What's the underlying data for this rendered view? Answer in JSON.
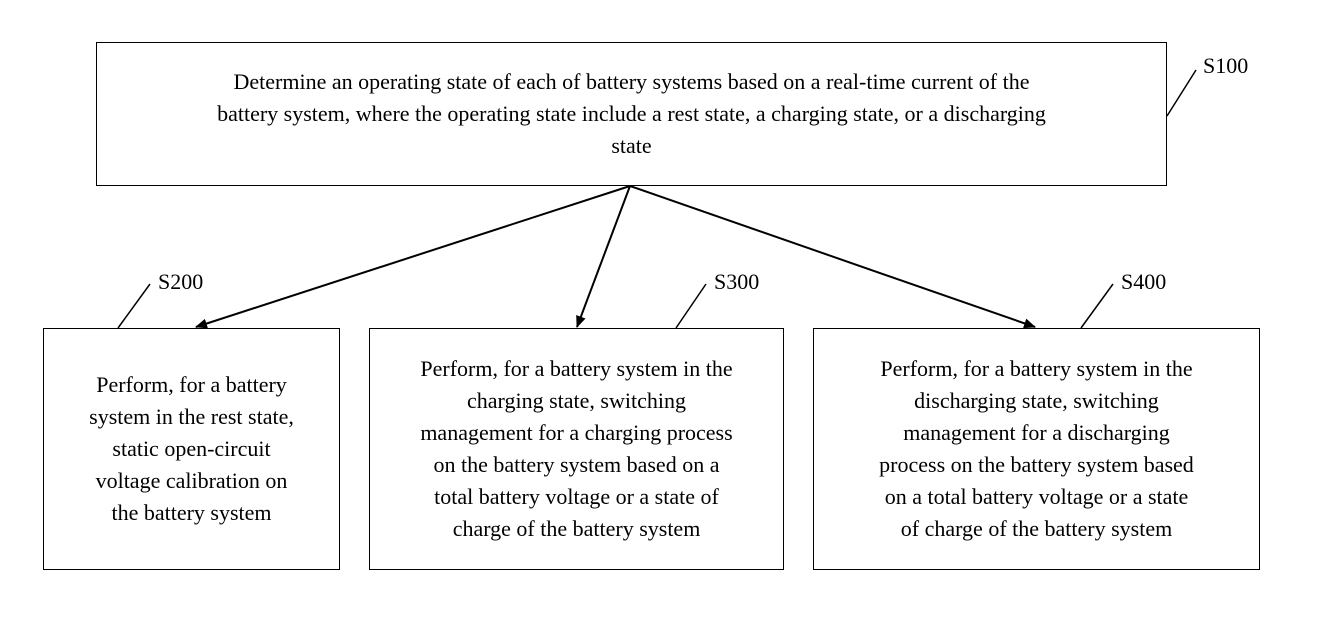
{
  "steps": {
    "s100": {
      "label": "S100",
      "text_lines": [
        "Determine an operating state of each of battery systems based on a real-time current of the",
        "battery system, where the operating state include a rest state, a charging state, or a discharging",
        "state"
      ]
    },
    "s200": {
      "label": "S200",
      "text_lines": [
        "Perform, for a battery",
        "system in the rest state,",
        "static open-circuit",
        "voltage calibration on",
        "the battery system"
      ]
    },
    "s300": {
      "label": "S300",
      "text_lines": [
        "Perform, for a battery system in the",
        "charging state, switching",
        "management for a charging process",
        "on the battery system based on a",
        "total battery voltage or a state of",
        "charge of the battery system"
      ]
    },
    "s400": {
      "label": "S400",
      "text_lines": [
        "Perform, for a battery system in the",
        "discharging state, switching",
        "management for a discharging",
        "process on the battery system based",
        "on a total battery voltage or a state",
        "of charge of the battery system"
      ]
    }
  }
}
